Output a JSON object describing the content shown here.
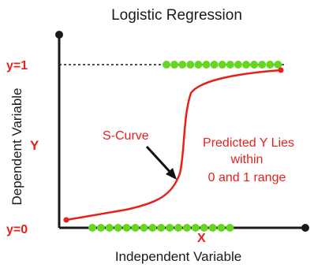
{
  "title": "Logistic Regression",
  "x_axis_label": "Independent Variable",
  "y_axis_label": "Dependent Variable",
  "x_axis_letter": "X",
  "y_axis_letter": "Y",
  "y1_label": "y=1",
  "y0_label": "y=0",
  "curve_label": "S-Curve",
  "annotation": {
    "line1": "Predicted Y Lies",
    "line2": "within",
    "line3": "0 and 1 range"
  },
  "colors": {
    "red": "#e8201c",
    "green": "#66d61e",
    "dark": "#1a1a1a"
  },
  "point_counts": {
    "top_row": 15,
    "bottom_row": 17
  }
}
